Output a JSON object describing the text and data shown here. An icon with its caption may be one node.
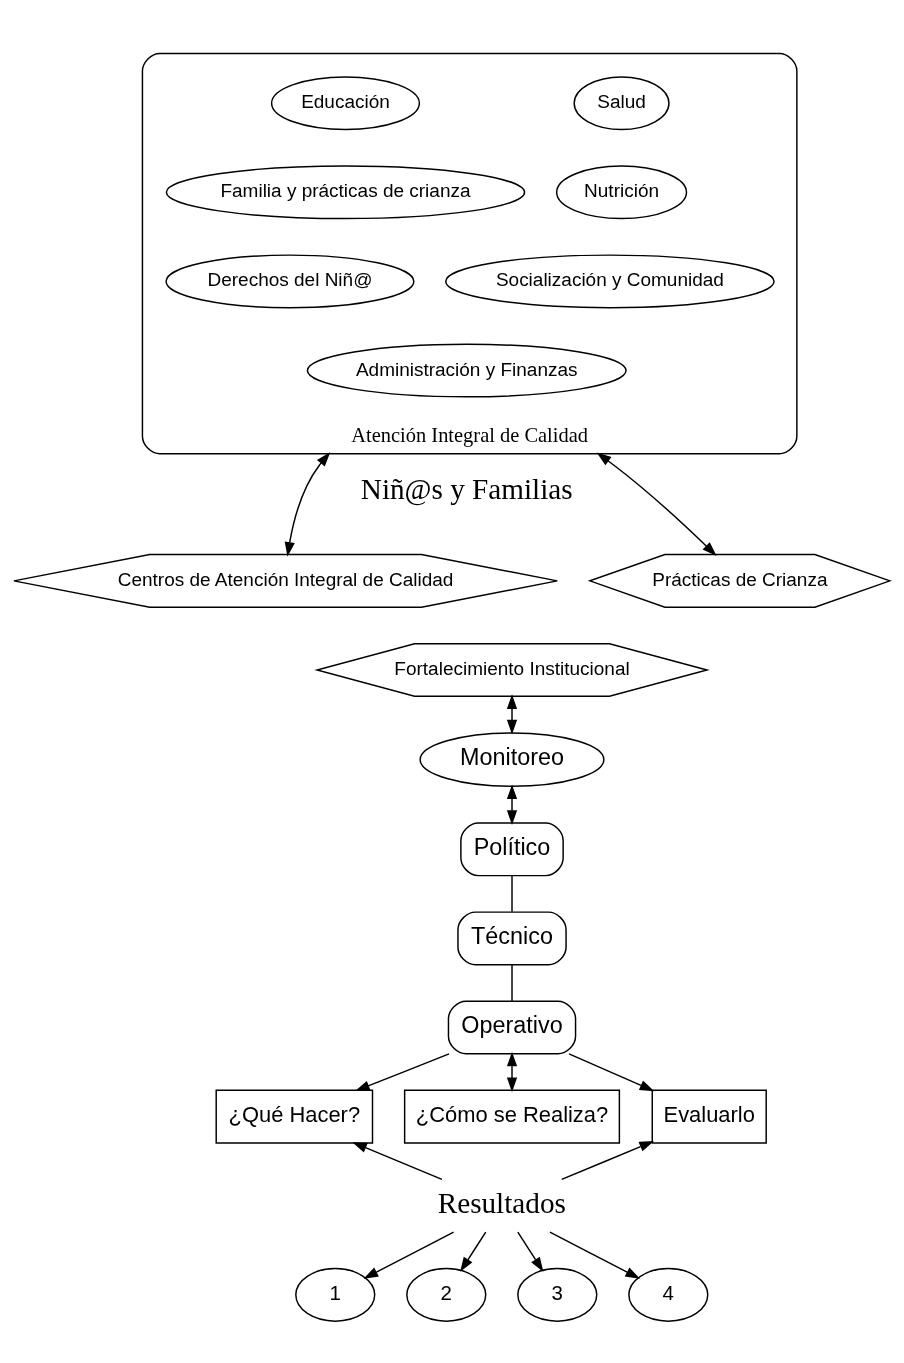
{
  "diagram": {
    "nodes": [
      {
        "text": [
          "Atención Integral de Calidad"
        ]
      },
      {
        "text": [
          "Salud"
        ],
        "in": 0
      },
      {
        "text": [
          "Educación"
        ],
        "in": 0
      },
      {
        "text": [
          "Nutrición"
        ],
        "in": 0
      },
      {
        "text": [
          "Familia y prácticas de crianza"
        ],
        "in": 0
      },
      {
        "text": [
          "Socialización y Comunidad"
        ],
        "in": 0
      },
      {
        "text": [
          "Derechos del Niñ@"
        ],
        "in": 0
      },
      {
        "text": [
          "Administración y Finanzas"
        ],
        "in": 0
      },
      {
        "text": [
          "Centros de Atención Integral de Calidad"
        ]
      },
      {
        "text": [
          "Prácticas de Crianza"
        ]
      },
      {
        "text": [
          "Fortalecimiento Institucional"
        ]
      },
      {
        "text": [
          "Monitoreo"
        ]
      },
      {
        "text": [
          "Político"
        ]
      },
      {
        "text": [
          "Técnico"
        ]
      },
      {
        "text": [
          "Operativo"
        ]
      },
      {
        "text": [
          "¿Qué Hacer?"
        ]
      },
      {
        "text": [
          "¿Cómo se Realiza?"
        ]
      },
      {
        "text": [
          "Evaluarlo"
        ]
      },
      {
        "text": [
          "Resultados"
        ]
      },
      {
        "text": [
          "1"
        ]
      },
      {
        "text": [
          "2"
        ]
      },
      {
        "text": [
          "3"
        ]
      },
      {
        "text": [
          "4"
        ]
      }
    ],
    "edges": [
      {
        "from": 0,
        "to": 8,
        "arrow": "both"
      },
      {
        "from": 0,
        "to": 9,
        "arrow": "both"
      },
      {
        "from": 10,
        "to": 11,
        "arrow": "both"
      },
      {
        "from": 11,
        "to": 12,
        "arrow": "both"
      },
      {
        "from": 12,
        "to": 13,
        "arrow": "none"
      },
      {
        "from": 13,
        "to": 14,
        "arrow": "none"
      },
      {
        "from": 14,
        "to": 15,
        "arrow": "to"
      },
      {
        "from": 14,
        "to": 16,
        "arrow": "both"
      },
      {
        "from": 14,
        "to": 17,
        "arrow": "to"
      },
      {
        "from": 18,
        "to": 15,
        "arrow": "to"
      },
      {
        "from": 18,
        "to": 17,
        "arrow": "to"
      },
      {
        "from": 18,
        "to": 19,
        "arrow": "to"
      },
      {
        "from": 18,
        "to": 20,
        "arrow": "to"
      },
      {
        "from": 18,
        "to": 21,
        "arrow": "to"
      },
      {
        "from": 18,
        "to": 22,
        "arrow": "to"
      }
    ],
    "labels": [
      "Niñ@s y Familias"
    ]
  }
}
